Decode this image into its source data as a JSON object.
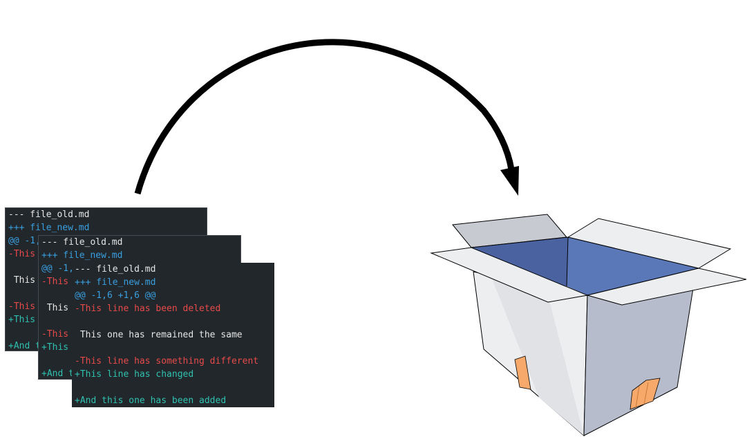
{
  "diff": {
    "lines": [
      {
        "kind": "header",
        "text": "--- file_old.md"
      },
      {
        "kind": "new",
        "text": "+++ file_new.md"
      },
      {
        "kind": "hunk",
        "text": "@@ -1,6 +1,6 @@"
      },
      {
        "kind": "del",
        "text": "-This line has been deleted"
      },
      {
        "kind": "blank",
        "text": ""
      },
      {
        "kind": "ctx",
        "text": " This one has remained the same"
      },
      {
        "kind": "blank",
        "text": ""
      },
      {
        "kind": "del",
        "text": "-This line has something different"
      },
      {
        "kind": "add",
        "text": "+This line has changed"
      },
      {
        "kind": "blank",
        "text": ""
      },
      {
        "kind": "add",
        "text": "+And this one has been added"
      }
    ]
  },
  "colors": {
    "terminal_bg": "#22272b",
    "header": "#e6e6e6",
    "new_file": "#3a9fe0",
    "deleted": "#e84a4a",
    "added": "#2fc1b0",
    "box_inside": "#5a78b0",
    "box_side": "#eceef0",
    "box_front": "#b6bccb",
    "tape": "#f6a96a",
    "arrow": "#000000"
  },
  "icons": {
    "arrow": "curved-arrow-icon",
    "box": "open-box-icon"
  }
}
